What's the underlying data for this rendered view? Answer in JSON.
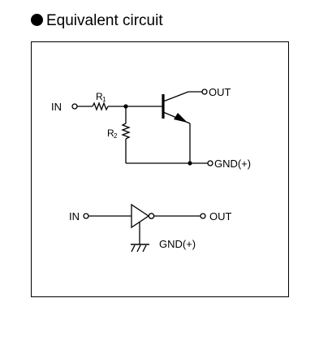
{
  "title": "Equivalent circuit",
  "transistor_circuit": {
    "in_label": "IN",
    "r1_label": "R",
    "r1_sub": "1",
    "r2_label": "R",
    "r2_sub": "2",
    "out_label": "OUT",
    "gnd_label": "GND(+)"
  },
  "symbol_circuit": {
    "in_label": "IN",
    "out_label": "OUT",
    "gnd_label": "GND(+)"
  }
}
